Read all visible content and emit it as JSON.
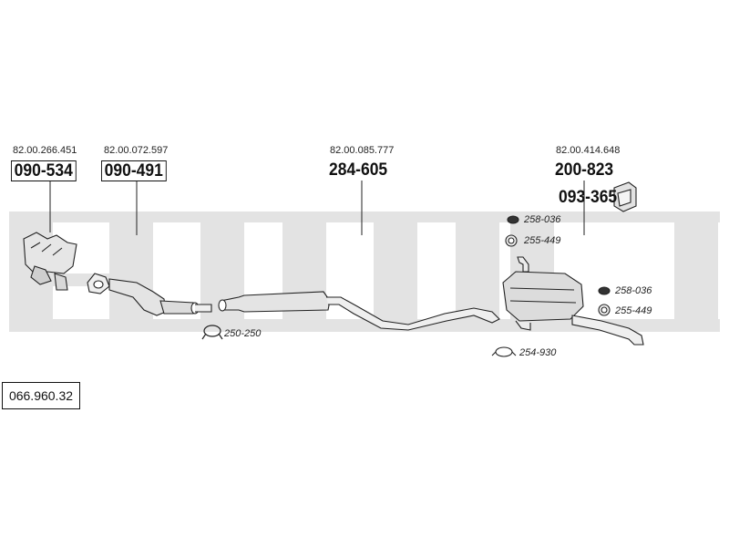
{
  "catalog_number": "066.960.32",
  "parts": [
    {
      "oem": "82.00.266.451",
      "part_number": "090-534"
    },
    {
      "oem": "82.00.072.597",
      "part_number": "090-491"
    },
    {
      "oem": "82.00.085.777",
      "part_number": "284-605"
    },
    {
      "oem": "82.00.414.648",
      "part_number": "200-823"
    }
  ],
  "hanger_part": "093-365",
  "fittings": [
    "258-036",
    "255-449",
    "250-250",
    "258-036",
    "255-449",
    "254-930"
  ]
}
